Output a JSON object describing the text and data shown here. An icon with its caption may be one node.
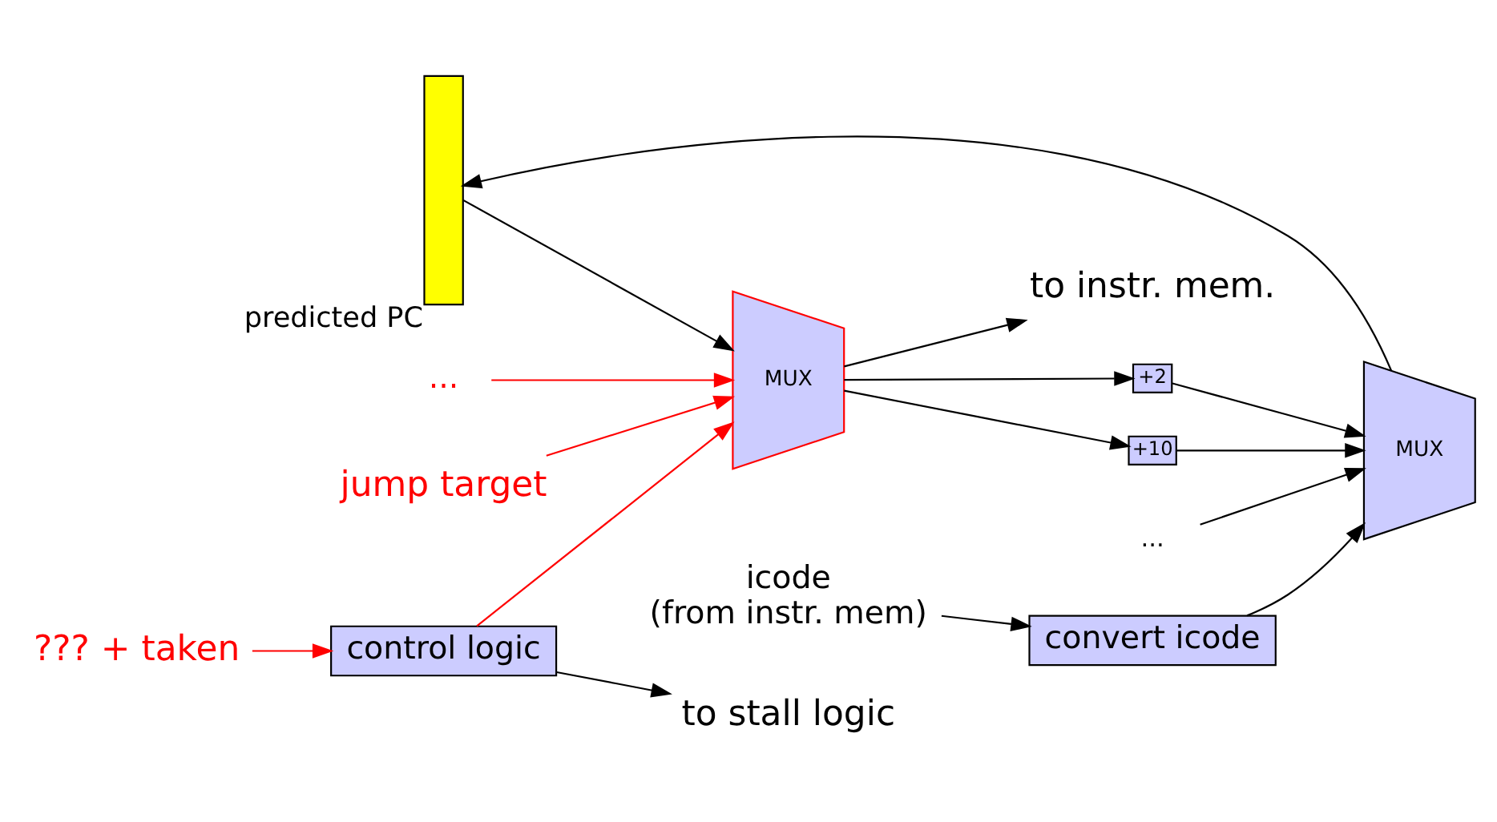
{
  "diagram": {
    "nodes": [
      {
        "text": [],
        "shape": "bar",
        "beside": [
          "predicted PC"
        ]
      },
      {
        "text": [
          "MUX"
        ]
      },
      {
        "text": [
          "..."
        ]
      },
      {
        "text": [
          "jump target"
        ]
      },
      {
        "text": [
          "to instr. mem."
        ]
      },
      {
        "text": [
          "to stall logic"
        ]
      },
      {
        "text": [
          "control logic"
        ]
      },
      {
        "text": [
          "??? + taken"
        ]
      },
      {
        "text": [
          "MUX"
        ]
      },
      {
        "text": [
          "+2"
        ]
      },
      {
        "text": [
          "+10"
        ]
      },
      {
        "text": [
          "..."
        ]
      },
      {
        "text": [
          "convert icode"
        ]
      },
      {
        "text": [
          "icode",
          "(from instr. mem)"
        ]
      }
    ],
    "edges": [
      {
        "from": 0,
        "to": 1,
        "arrow": "to"
      },
      {
        "from": 2,
        "to": 1,
        "arrow": "to",
        "color": "#ff0000"
      },
      {
        "from": 3,
        "to": 1,
        "arrow": "to",
        "color": "#ff0000"
      },
      {
        "from": 1,
        "to": 4,
        "arrow": "to"
      },
      {
        "from": 1,
        "to": 9,
        "arrow": "to"
      },
      {
        "from": 1,
        "to": 10,
        "arrow": "to"
      },
      {
        "from": 6,
        "to": 5,
        "arrow": "to"
      },
      {
        "from": 6,
        "to": 1,
        "arrow": "to",
        "color": "#ff0000"
      },
      {
        "from": 7,
        "to": 6,
        "arrow": "to",
        "color": "#ff0000"
      },
      {
        "from": 9,
        "to": 8,
        "arrow": "to"
      },
      {
        "from": 10,
        "to": 8,
        "arrow": "to"
      },
      {
        "from": 11,
        "to": 8,
        "arrow": "to"
      },
      {
        "from": 8,
        "to": 0,
        "arrow": "to"
      },
      {
        "from": 12,
        "to": 8,
        "arrow": "to"
      },
      {
        "from": 13,
        "to": 12,
        "arrow": "to"
      }
    ]
  }
}
